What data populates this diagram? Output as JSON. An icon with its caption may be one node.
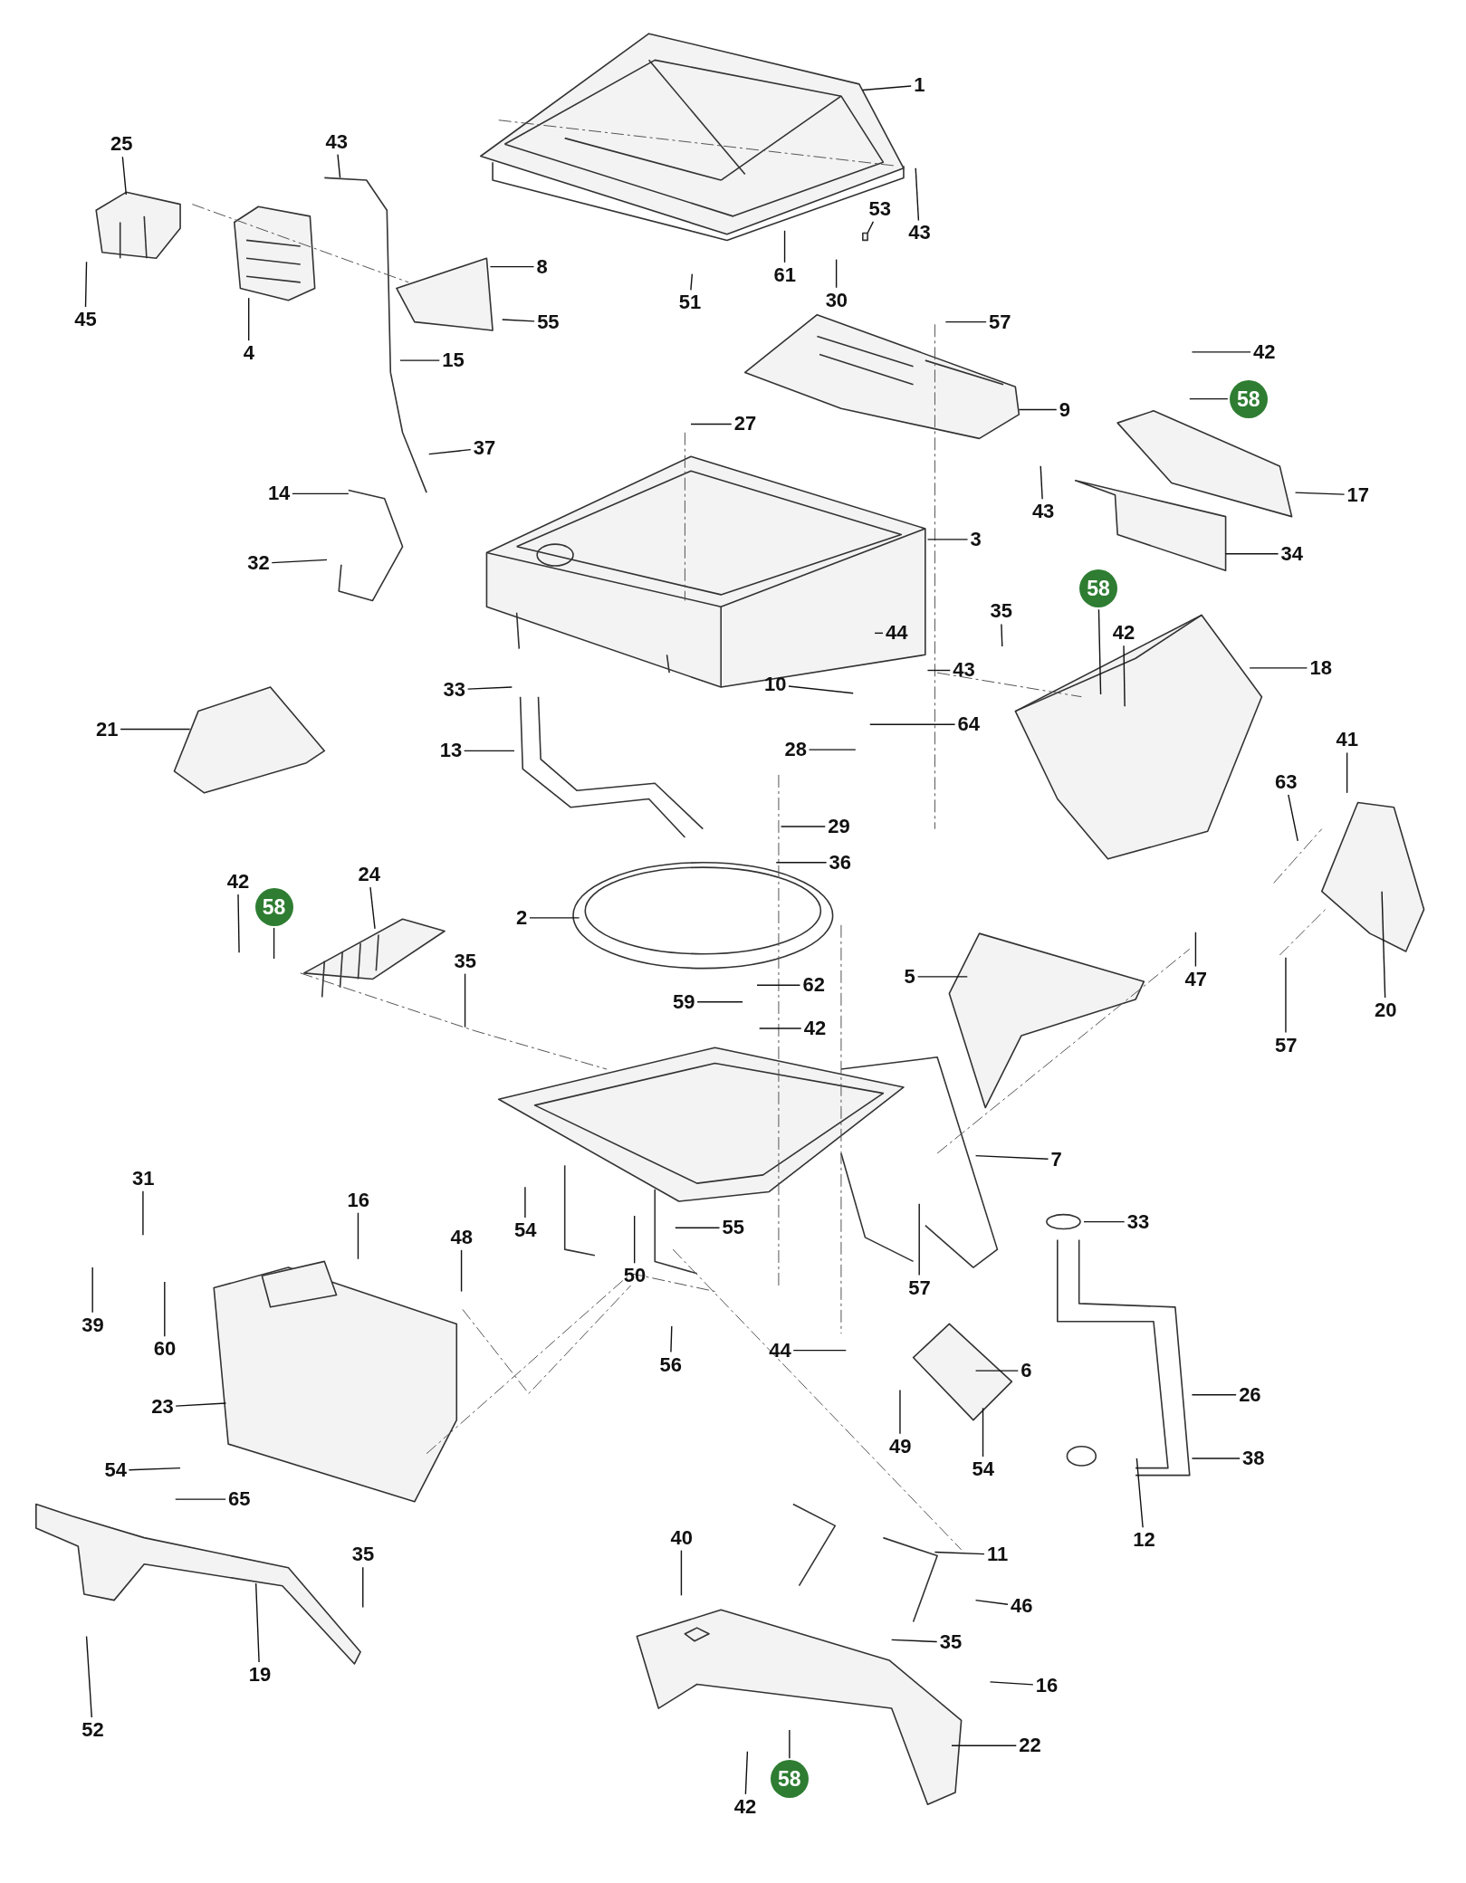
{
  "diagram": {
    "nodes": [
      {
        "text": [
          "1"
        ]
      },
      {
        "text": [
          "43"
        ]
      },
      {
        "text": [
          "25"
        ]
      },
      {
        "text": [
          "8"
        ]
      },
      {
        "text": [
          "45"
        ]
      },
      {
        "text": [
          "55"
        ]
      },
      {
        "text": [
          "4"
        ]
      },
      {
        "text": [
          "53"
        ]
      },
      {
        "text": [
          "43"
        ]
      },
      {
        "text": [
          "61"
        ]
      },
      {
        "text": [
          "30"
        ]
      },
      {
        "text": [
          "51"
        ]
      },
      {
        "text": [
          "15"
        ]
      },
      {
        "text": [
          "57"
        ]
      },
      {
        "text": [
          "42"
        ]
      },
      {
        "text": [
          "58"
        ]
      },
      {
        "text": [
          "9"
        ]
      },
      {
        "text": [
          "27"
        ]
      },
      {
        "text": [
          "37"
        ]
      },
      {
        "text": [
          "43"
        ]
      },
      {
        "text": [
          "17"
        ]
      },
      {
        "text": [
          "14"
        ]
      },
      {
        "text": [
          "3"
        ]
      },
      {
        "text": [
          "34"
        ]
      },
      {
        "text": [
          "32"
        ]
      },
      {
        "text": [
          "58"
        ]
      },
      {
        "text": [
          "35"
        ]
      },
      {
        "text": [
          "42"
        ]
      },
      {
        "text": [
          "44"
        ]
      },
      {
        "text": [
          "18"
        ]
      },
      {
        "text": [
          "43"
        ]
      },
      {
        "text": [
          "10"
        ]
      },
      {
        "text": [
          "33"
        ]
      },
      {
        "text": [
          "21"
        ]
      },
      {
        "text": [
          "64"
        ]
      },
      {
        "text": [
          "41"
        ]
      },
      {
        "text": [
          "13"
        ]
      },
      {
        "text": [
          "28"
        ]
      },
      {
        "text": [
          "63"
        ]
      },
      {
        "text": [
          "29"
        ]
      },
      {
        "text": [
          "36"
        ]
      },
      {
        "text": [
          "24"
        ]
      },
      {
        "text": [
          "42"
        ]
      },
      {
        "text": [
          "58"
        ]
      },
      {
        "text": [
          "35"
        ]
      },
      {
        "text": [
          "2"
        ]
      },
      {
        "text": [
          "5"
        ]
      },
      {
        "text": [
          "47"
        ]
      },
      {
        "text": [
          "62"
        ]
      },
      {
        "text": [
          "59"
        ]
      },
      {
        "text": [
          "42"
        ]
      },
      {
        "text": [
          "20"
        ]
      },
      {
        "text": [
          "57"
        ]
      },
      {
        "text": [
          "7"
        ]
      },
      {
        "text": [
          "31"
        ]
      },
      {
        "text": [
          "16"
        ]
      },
      {
        "text": [
          "33"
        ]
      },
      {
        "text": [
          "54"
        ]
      },
      {
        "text": [
          "48"
        ]
      },
      {
        "text": [
          "55"
        ]
      },
      {
        "text": [
          "50"
        ]
      },
      {
        "text": [
          "57"
        ]
      },
      {
        "text": [
          "39"
        ]
      },
      {
        "text": [
          "60"
        ]
      },
      {
        "text": [
          "23"
        ]
      },
      {
        "text": [
          "56"
        ]
      },
      {
        "text": [
          "44"
        ]
      },
      {
        "text": [
          "6"
        ]
      },
      {
        "text": [
          "26"
        ]
      },
      {
        "text": [
          "49"
        ]
      },
      {
        "text": [
          "54"
        ]
      },
      {
        "text": [
          "38"
        ]
      },
      {
        "text": [
          "54"
        ]
      },
      {
        "text": [
          "65"
        ]
      },
      {
        "text": [
          "12"
        ]
      },
      {
        "text": [
          "35"
        ]
      },
      {
        "text": [
          "40"
        ]
      },
      {
        "text": [
          "11"
        ]
      },
      {
        "text": [
          "46"
        ]
      },
      {
        "text": [
          "35"
        ]
      },
      {
        "text": [
          "19"
        ]
      },
      {
        "text": [
          "16"
        ]
      },
      {
        "text": [
          "52"
        ]
      },
      {
        "text": [
          "22"
        ]
      },
      {
        "text": [
          "58"
        ]
      },
      {
        "text": [
          "42"
        ]
      }
    ],
    "edges": [
      {
        "from": 0,
        "to": null,
        "arrow": "none"
      },
      {
        "from": 1,
        "to": null,
        "arrow": "none"
      },
      {
        "from": 2,
        "to": null,
        "arrow": "none"
      },
      {
        "from": 3,
        "to": null,
        "arrow": "none"
      },
      {
        "from": 4,
        "to": null,
        "arrow": "none"
      },
      {
        "from": 5,
        "to": null,
        "arrow": "none"
      },
      {
        "from": 6,
        "to": null,
        "arrow": "none"
      },
      {
        "from": 7,
        "to": null,
        "arrow": "none"
      },
      {
        "from": 8,
        "to": null,
        "arrow": "none"
      },
      {
        "from": 9,
        "to": null,
        "arrow": "none"
      },
      {
        "from": 10,
        "to": null,
        "arrow": "none"
      },
      {
        "from": 11,
        "to": null,
        "arrow": "none"
      },
      {
        "from": 12,
        "to": null,
        "arrow": "none"
      },
      {
        "from": 13,
        "to": null,
        "arrow": "none"
      },
      {
        "from": 14,
        "to": null,
        "arrow": "none"
      },
      {
        "from": 15,
        "to": null,
        "arrow": "none"
      },
      {
        "from": 16,
        "to": null,
        "arrow": "none"
      },
      {
        "from": 17,
        "to": null,
        "arrow": "none"
      },
      {
        "from": 18,
        "to": null,
        "arrow": "none"
      },
      {
        "from": 19,
        "to": null,
        "arrow": "none"
      },
      {
        "from": 20,
        "to": null,
        "arrow": "none"
      },
      {
        "from": 21,
        "to": null,
        "arrow": "none"
      },
      {
        "from": 22,
        "to": null,
        "arrow": "none"
      },
      {
        "from": 23,
        "to": null,
        "arrow": "none"
      },
      {
        "from": 24,
        "to": null,
        "arrow": "none"
      },
      {
        "from": 25,
        "to": null,
        "arrow": "none"
      },
      {
        "from": 26,
        "to": null,
        "arrow": "none"
      },
      {
        "from": 27,
        "to": null,
        "arrow": "none"
      },
      {
        "from": 28,
        "to": null,
        "arrow": "none"
      },
      {
        "from": 29,
        "to": null,
        "arrow": "none"
      },
      {
        "from": 30,
        "to": null,
        "arrow": "none"
      },
      {
        "from": 31,
        "to": null,
        "arrow": "none"
      },
      {
        "from": 32,
        "to": null,
        "arrow": "none"
      },
      {
        "from": 33,
        "to": null,
        "arrow": "none"
      },
      {
        "from": 34,
        "to": null,
        "arrow": "none"
      },
      {
        "from": 35,
        "to": null,
        "arrow": "none"
      },
      {
        "from": 36,
        "to": null,
        "arrow": "none"
      },
      {
        "from": 37,
        "to": null,
        "arrow": "none"
      },
      {
        "from": 38,
        "to": null,
        "arrow": "none"
      },
      {
        "from": 39,
        "to": null,
        "arrow": "none"
      },
      {
        "from": 40,
        "to": null,
        "arrow": "none"
      },
      {
        "from": 41,
        "to": null,
        "arrow": "none"
      },
      {
        "from": 42,
        "to": null,
        "arrow": "none"
      },
      {
        "from": 43,
        "to": null,
        "arrow": "none"
      },
      {
        "from": 44,
        "to": null,
        "arrow": "none"
      },
      {
        "from": 45,
        "to": null,
        "arrow": "none"
      },
      {
        "from": 46,
        "to": null,
        "arrow": "none"
      },
      {
        "from": 47,
        "to": null,
        "arrow": "none"
      },
      {
        "from": 48,
        "to": null,
        "arrow": "none"
      },
      {
        "from": 49,
        "to": null,
        "arrow": "none"
      },
      {
        "from": 50,
        "to": null,
        "arrow": "none"
      },
      {
        "from": 51,
        "to": null,
        "arrow": "none"
      },
      {
        "from": 52,
        "to": null,
        "arrow": "none"
      },
      {
        "from": 53,
        "to": null,
        "arrow": "none"
      },
      {
        "from": 54,
        "to": null,
        "arrow": "none"
      },
      {
        "from": 55,
        "to": null,
        "arrow": "none"
      },
      {
        "from": 56,
        "to": null,
        "arrow": "none"
      },
      {
        "from": 57,
        "to": null,
        "arrow": "none"
      },
      {
        "from": 58,
        "to": null,
        "arrow": "none"
      },
      {
        "from": 59,
        "to": null,
        "arrow": "none"
      },
      {
        "from": 60,
        "to": null,
        "arrow": "none"
      },
      {
        "from": 61,
        "to": null,
        "arrow": "none"
      },
      {
        "from": 62,
        "to": null,
        "arrow": "none"
      },
      {
        "from": 63,
        "to": null,
        "arrow": "none"
      },
      {
        "from": 64,
        "to": null,
        "arrow": "none"
      },
      {
        "from": 65,
        "to": null,
        "arrow": "none"
      },
      {
        "from": 66,
        "to": null,
        "arrow": "none"
      },
      {
        "from": 67,
        "to": null,
        "arrow": "none"
      },
      {
        "from": 68,
        "to": null,
        "arrow": "none"
      },
      {
        "from": 69,
        "to": null,
        "arrow": "none"
      },
      {
        "from": 70,
        "to": null,
        "arrow": "none"
      },
      {
        "from": 71,
        "to": null,
        "arrow": "none"
      },
      {
        "from": 72,
        "to": null,
        "arrow": "none"
      },
      {
        "from": 73,
        "to": null,
        "arrow": "none"
      },
      {
        "from": 74,
        "to": null,
        "arrow": "none"
      },
      {
        "from": 75,
        "to": null,
        "arrow": "none"
      },
      {
        "from": 76,
        "to": null,
        "arrow": "none"
      },
      {
        "from": 77,
        "to": null,
        "arrow": "none"
      },
      {
        "from": 78,
        "to": null,
        "arrow": "none"
      },
      {
        "from": 79,
        "to": null,
        "arrow": "none"
      },
      {
        "from": 80,
        "to": null,
        "arrow": "none"
      },
      {
        "from": 81,
        "to": null,
        "arrow": "none"
      },
      {
        "from": 82,
        "to": null,
        "arrow": "none"
      },
      {
        "from": 83,
        "to": null,
        "arrow": "none"
      },
      {
        "from": 84,
        "to": null,
        "arrow": "none"
      },
      {
        "from": 85,
        "to": null,
        "arrow": "none"
      }
    ]
  }
}
